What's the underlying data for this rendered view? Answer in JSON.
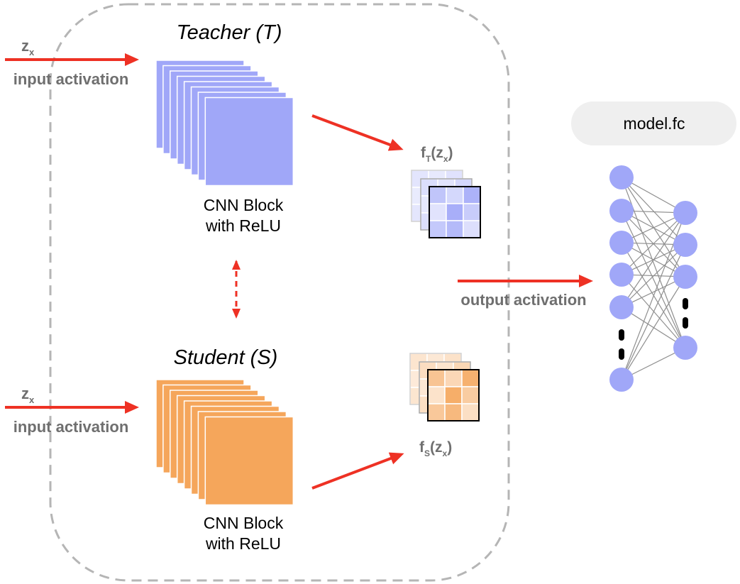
{
  "diagram": {
    "teacher": {
      "title": "Teacher (T)",
      "block_line1": "CNN Block",
      "block_line2": "with ReLU",
      "input_symbol": "z",
      "input_subscript": "x",
      "input_label": "input activation",
      "output_fn": "f",
      "output_fn_sub": "T",
      "output_arg": "(z",
      "output_arg_sub": "x",
      "output_close": ")",
      "color": "#a0a7f8",
      "matrix": [
        [
          0.6,
          0.35,
          0.85
        ],
        [
          0.2,
          0.9,
          0.5
        ],
        [
          0.55,
          0.75,
          0.25
        ]
      ]
    },
    "student": {
      "title": "Student (S)",
      "block_line1": "CNN Block",
      "block_line2": "with ReLU",
      "input_symbol": "z",
      "input_subscript": "x",
      "input_label": "input activation",
      "output_fn": "f",
      "output_fn_sub": "S",
      "output_arg": "(z",
      "output_arg_sub": "x",
      "output_close": ")",
      "color": "#f5a65b",
      "matrix": [
        [
          0.6,
          0.35,
          0.85
        ],
        [
          0.2,
          0.9,
          0.5
        ],
        [
          0.55,
          0.75,
          0.25
        ]
      ]
    },
    "output_label": "output activation",
    "fc_label": "model.fc",
    "arrow_color": "#ee3124",
    "boundary_color": "#b5b5b5",
    "fc": {
      "node_color": "#a0a7f8",
      "left_nodes_visible": 6,
      "right_nodes_visible": 4
    }
  }
}
